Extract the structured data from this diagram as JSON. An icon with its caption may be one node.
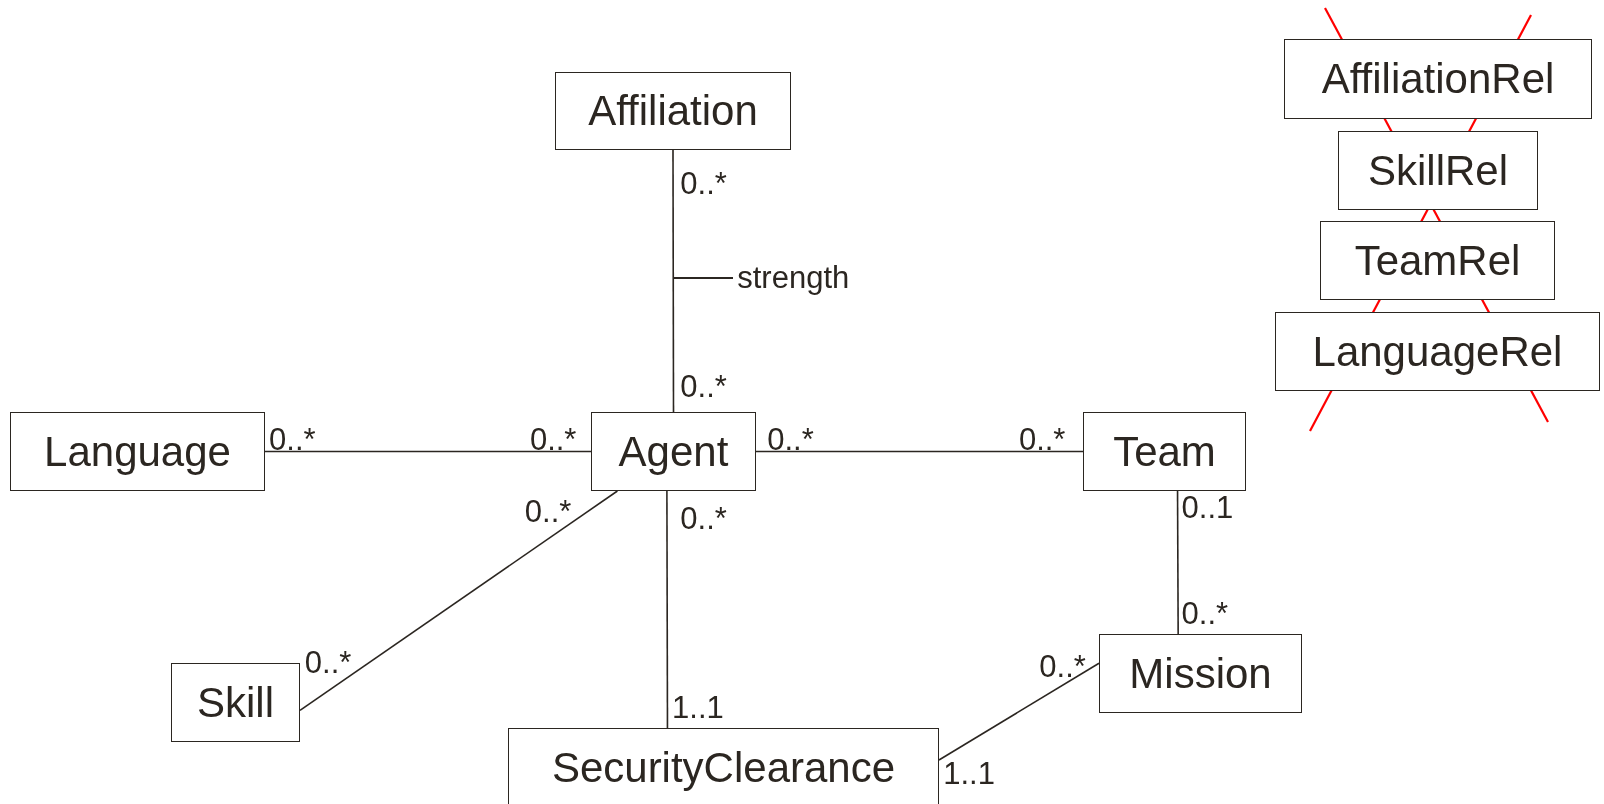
{
  "diagram": {
    "nodes": [
      {
        "text": [
          "Affiliation"
        ]
      },
      {
        "text": [
          "Language"
        ]
      },
      {
        "text": [
          "Agent"
        ]
      },
      {
        "text": [
          "Team"
        ]
      },
      {
        "text": [
          "Skill"
        ]
      },
      {
        "text": [
          "Mission"
        ]
      },
      {
        "text": [
          "SecurityClearance"
        ]
      },
      {
        "text": [
          "AffiliationRel"
        ]
      },
      {
        "text": [
          "SkillRel"
        ]
      },
      {
        "text": [
          "TeamRel"
        ]
      },
      {
        "text": [
          "LanguageRel"
        ]
      }
    ],
    "edges": [
      {
        "from": 0,
        "to": 2,
        "arrow": "none",
        "label": "strength"
      },
      {
        "from": 1,
        "to": 2,
        "arrow": "none"
      },
      {
        "from": 2,
        "to": 3,
        "arrow": "none"
      },
      {
        "from": 2,
        "to": 4,
        "arrow": "none"
      },
      {
        "from": 2,
        "to": 6,
        "arrow": "none"
      },
      {
        "from": 3,
        "to": 5,
        "arrow": "none"
      },
      {
        "from": 6,
        "to": 5,
        "arrow": "none"
      }
    ],
    "labels": [
      "0..*",
      "0..*",
      "0..*",
      "0..*",
      "0..*",
      "0..*",
      "0..*",
      "0..*",
      "0..1",
      "0..*",
      "0..*",
      "0..*",
      "1..1",
      "1..1"
    ]
  }
}
